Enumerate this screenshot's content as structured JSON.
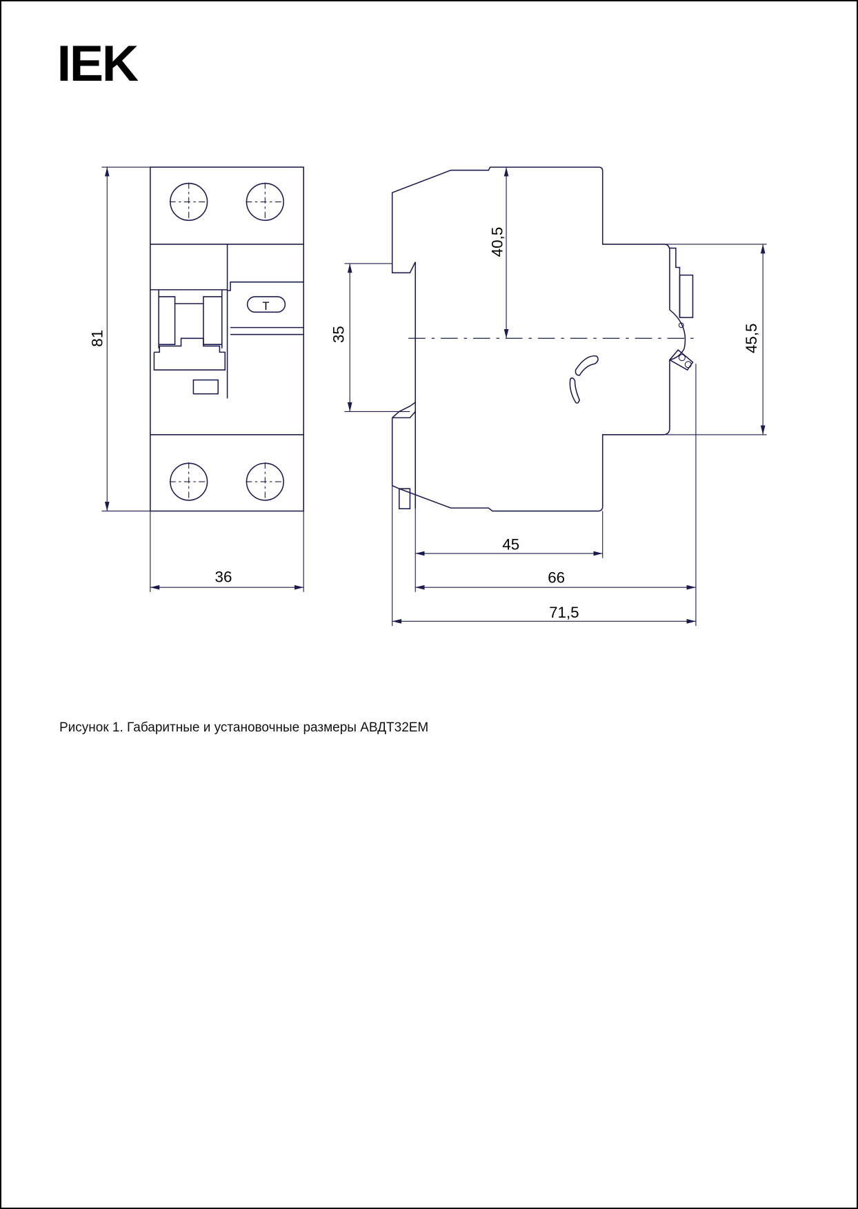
{
  "logo": {
    "text": "IEK"
  },
  "dimensions": {
    "height_front": "81",
    "width_front": "36",
    "top_to_rail": "40,5",
    "rail_width": "35",
    "front_height": "45,5",
    "depth_1": "45",
    "depth_2": "66",
    "depth_total": "71,5"
  },
  "test_button": {
    "label": "T"
  },
  "caption": "Рисунок 1. Габаритные и установочные размеры АВДТ32ЕМ",
  "colors": {
    "line": "#1b1b4d",
    "text": "#000000"
  }
}
